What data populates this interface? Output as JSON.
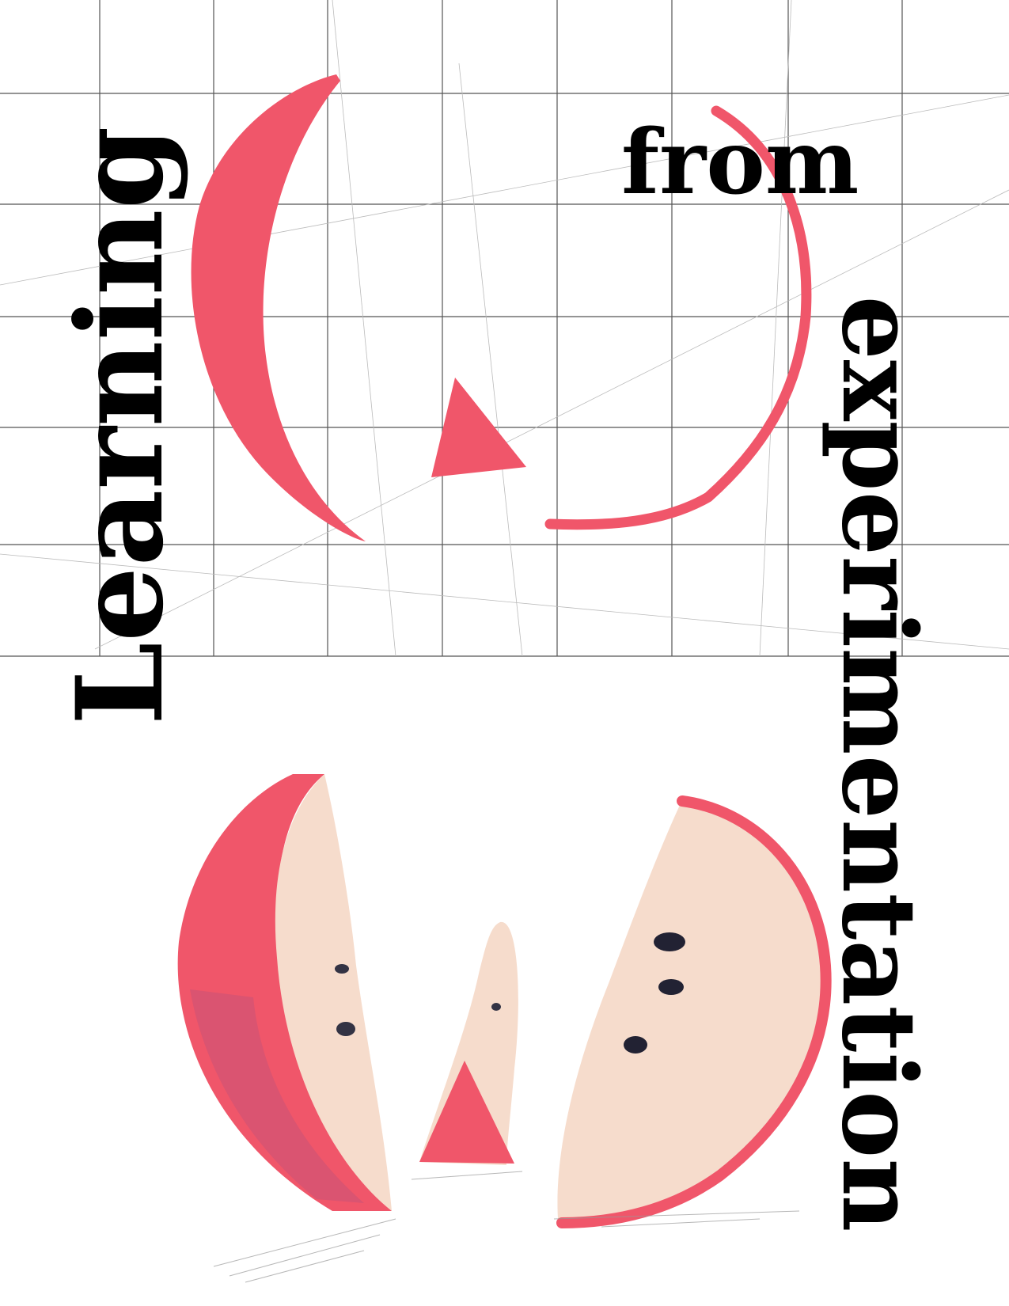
{
  "title_words": {
    "first": "Learning",
    "second": "from",
    "third": "experimentation"
  },
  "colors": {
    "background": "#ffffff",
    "grid": "#555555",
    "red": "#f0566a",
    "flesh": "#f6dccc",
    "text": "#000000"
  }
}
